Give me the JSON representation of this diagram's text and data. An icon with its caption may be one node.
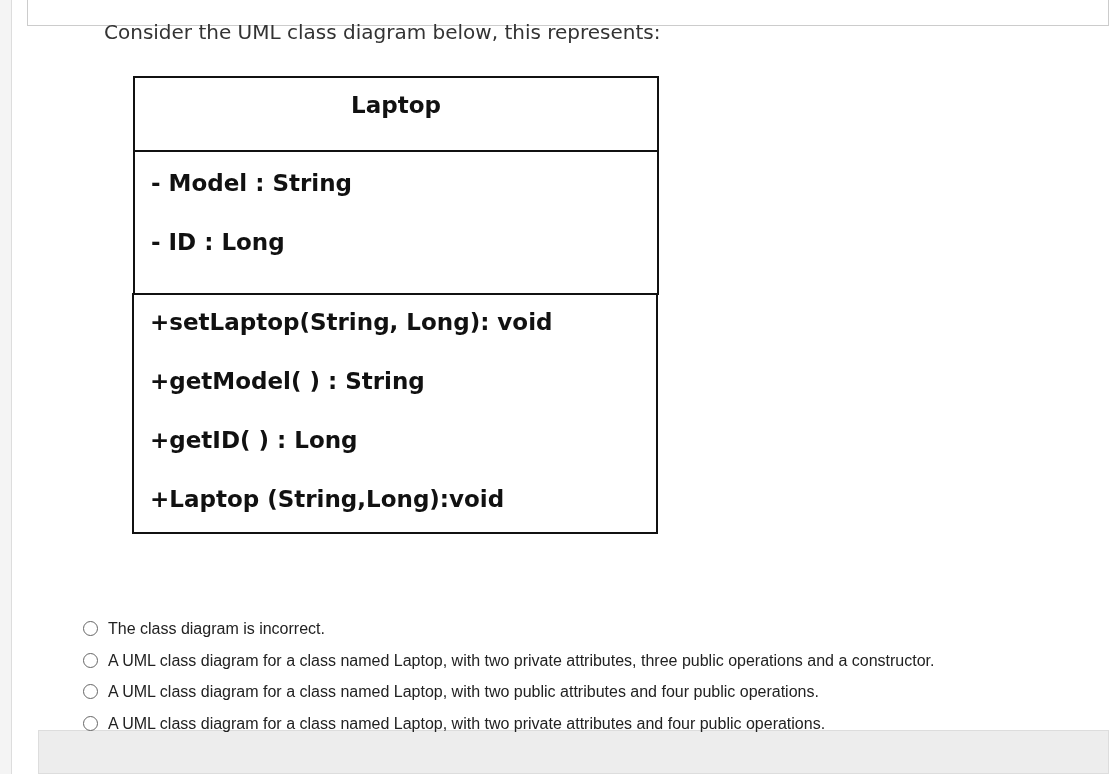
{
  "diagram": {
    "title": "Consider the UML class diagram below, this represents:",
    "nodes": [
      {
        "text": [
          "Laptop"
        ]
      },
      {
        "text": [
          "- Model : String",
          "- ID : Long"
        ]
      },
      {
        "text": [
          "+setLaptop(String, Long): void",
          "+getModel( ) : String",
          "+getID( ) : Long",
          "+Laptop (String,Long):void"
        ]
      }
    ],
    "edges": [],
    "labels": [
      "The class diagram is incorrect.",
      "A UML class diagram for a class named Laptop, with two private attributes, three public operations and a constructor.",
      "A UML class diagram for a class named Laptop, with two public attributes and four public operations.",
      "A UML class diagram for a class named Laptop, with two private attributes and four public operations."
    ]
  }
}
